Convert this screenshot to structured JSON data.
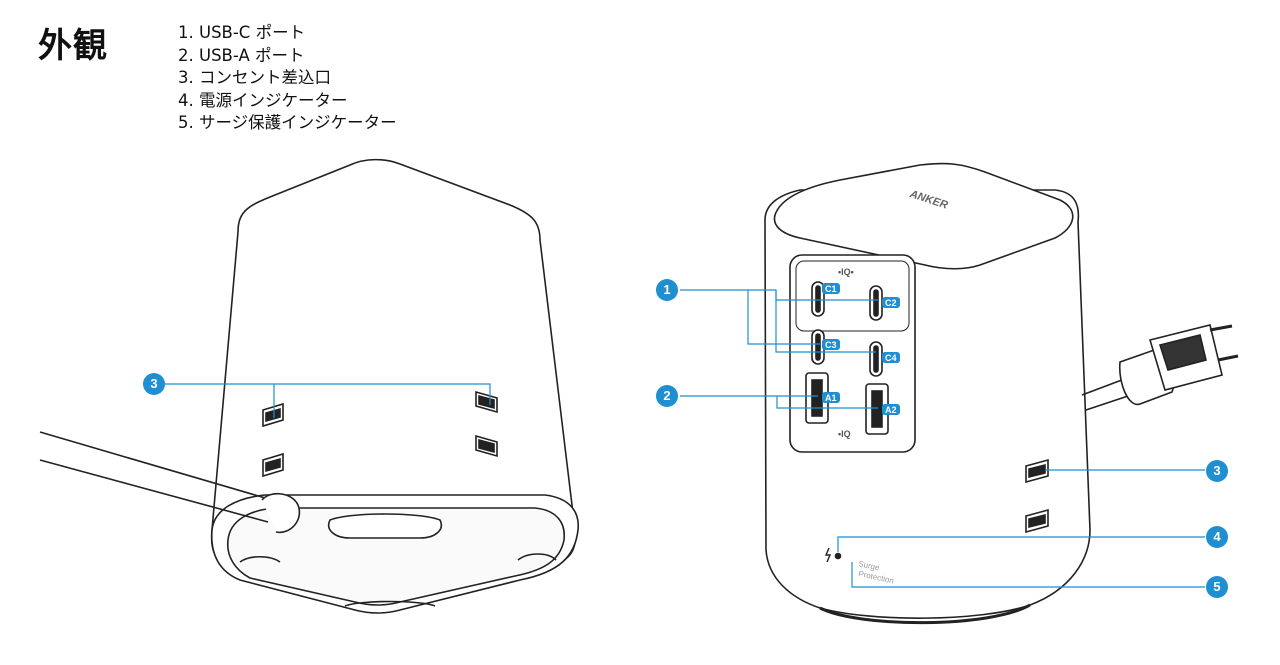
{
  "title": "外観",
  "legend": [
    "1. USB-C ポート",
    "2. USB-A ポート",
    "3. コンセント差込口",
    "4. 電源インジケーター",
    "5. サージ保護インジケーター"
  ],
  "callouts": {
    "c1": "1",
    "c2": "2",
    "c3_left": "3",
    "c3_right": "3",
    "c4": "4",
    "c5": "5"
  },
  "device": {
    "brand": "ANKER",
    "iq_top": "•IQ•",
    "iq_bottom": "•IQ",
    "ports": {
      "c1": "C1",
      "c2": "C2",
      "c3": "C3",
      "c4": "C4",
      "a1": "A1",
      "a2": "A2"
    },
    "surge_label_line1": "Surge",
    "surge_label_line2": "Protection"
  },
  "colors": {
    "callout": "#1f8fd1",
    "line": "#1f8fd1",
    "outline": "#222222"
  }
}
